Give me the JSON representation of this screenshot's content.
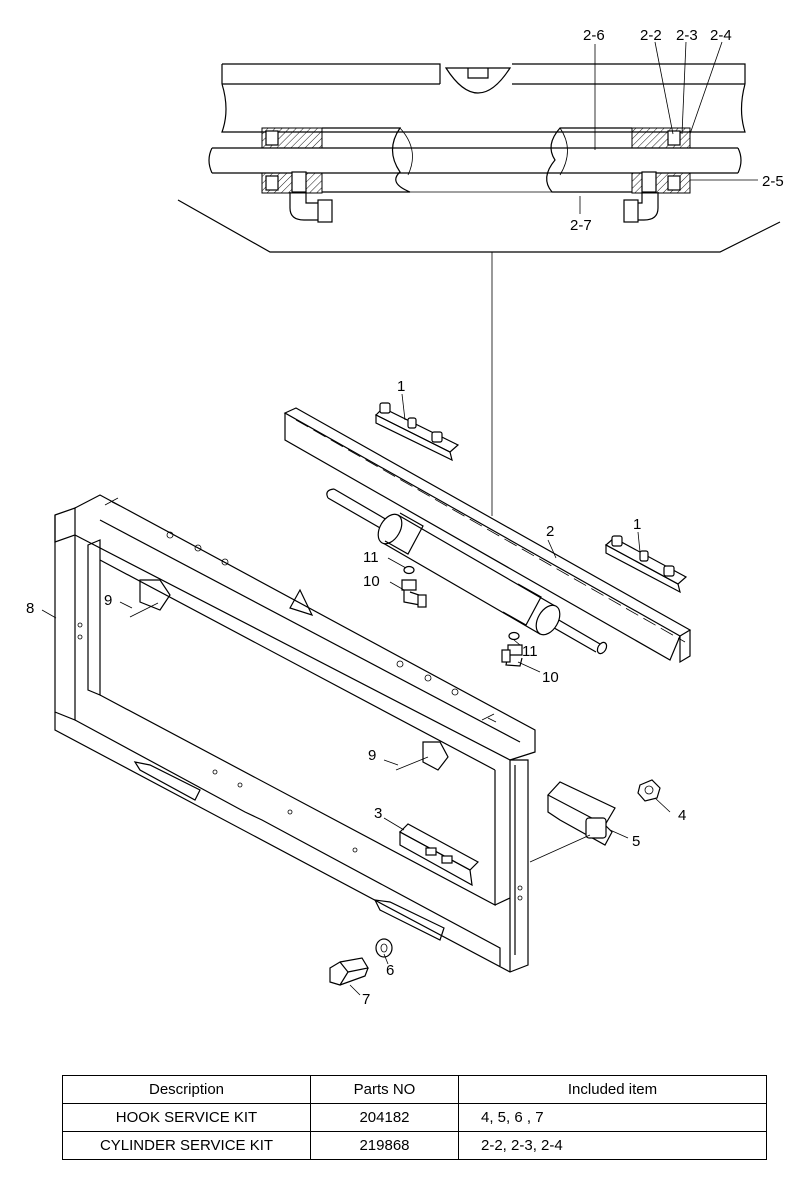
{
  "callouts": {
    "c2_6": "2-6",
    "c2_2": "2-2",
    "c2_3": "2-3",
    "c2_4": "2-4",
    "c2_5": "2-5",
    "c2_7": "2-7",
    "c1a": "1",
    "c1b": "1",
    "c2": "2",
    "c11a": "11",
    "c10a": "10",
    "c11b": "11",
    "c10b": "10",
    "c8": "8",
    "c9a": "9",
    "c9b": "9",
    "c3": "3",
    "c4": "4",
    "c5": "5",
    "c6": "6",
    "c7": "7"
  },
  "table": {
    "headers": [
      "Description",
      "Parts NO",
      "Included item"
    ],
    "rows": [
      [
        "HOOK SERVICE KIT",
        "204182",
        "4, 5, 6 , 7"
      ],
      [
        "CYLINDER SERVICE KIT",
        "219868",
        "2-2, 2-3, 2-4"
      ]
    ]
  }
}
